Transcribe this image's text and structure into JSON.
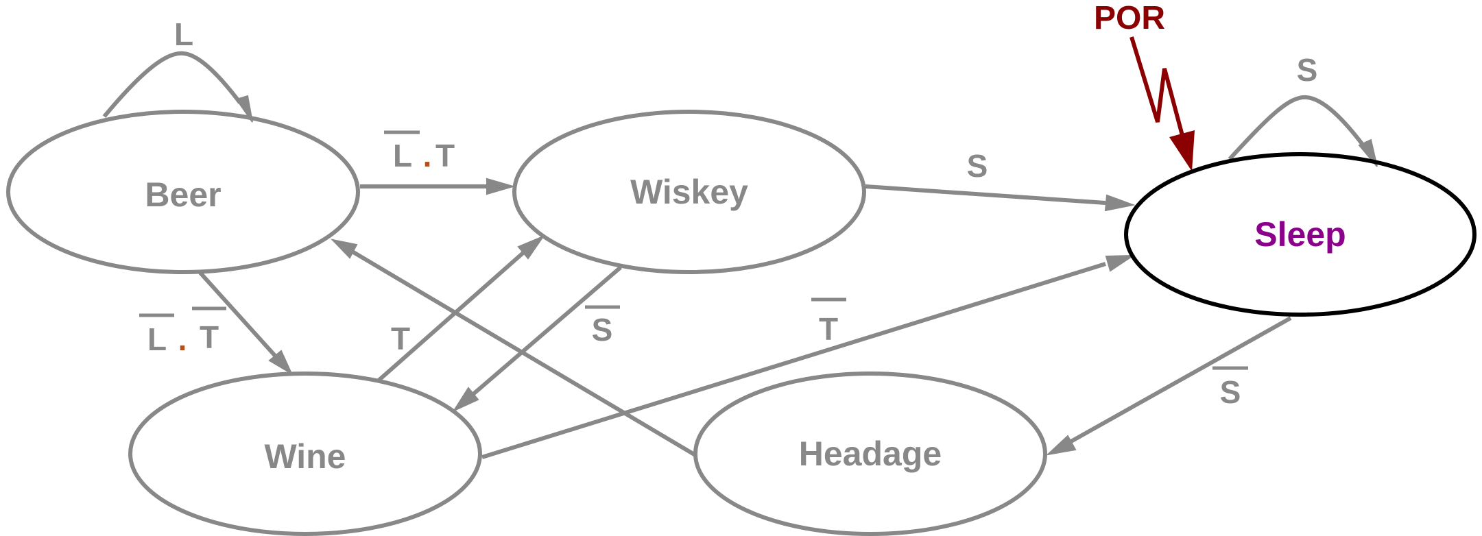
{
  "colors": {
    "node": "#888888",
    "active_node": "#000000",
    "active_label": "#8b008b",
    "reset": "#8b0000",
    "and_dot": "#b5501c"
  },
  "nodes": {
    "beer": "Beer",
    "wiskey": "Wiskey",
    "sleep": "Sleep",
    "wine": "Wine",
    "headage": "Headage"
  },
  "edges": {
    "beer_self": "L",
    "beer_wiskey_a": "L",
    "beer_wiskey_dot": ".",
    "beer_wiskey_b": "T",
    "wiskey_sleep": "S",
    "sleep_self": "S",
    "beer_wine_a": "L",
    "beer_wine_dot": ".",
    "beer_wine_b": "T",
    "wine_wiskey": "T",
    "wiskey_wine": "S",
    "wine_sleep": "T",
    "sleep_headage": "S"
  },
  "reset": {
    "label": "POR"
  }
}
